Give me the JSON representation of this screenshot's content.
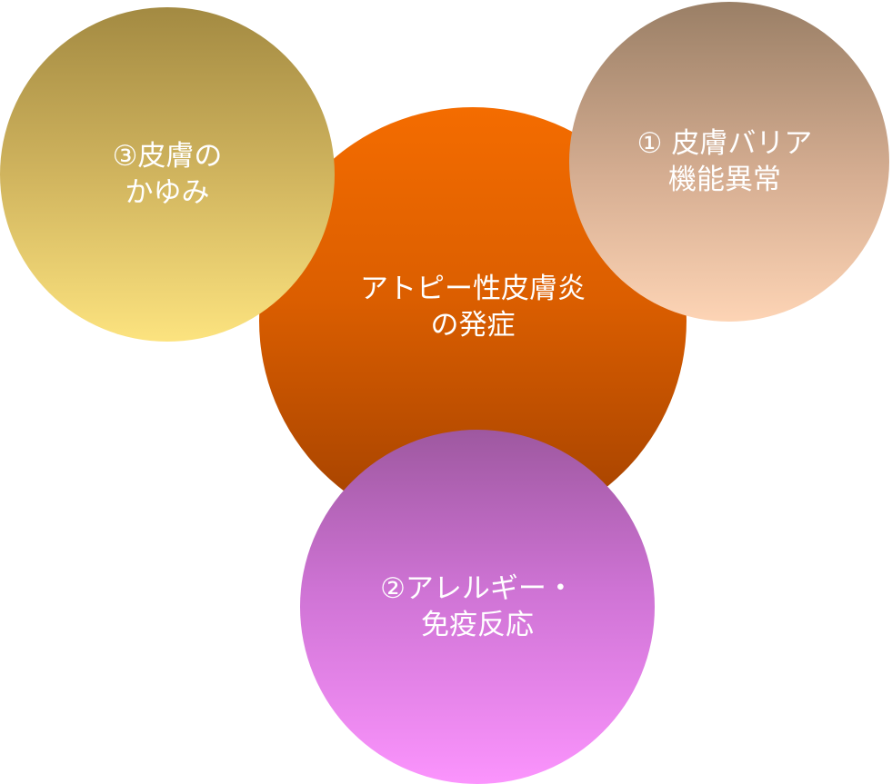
{
  "center": {
    "line1": "アトピー性皮膚炎",
    "line2": "の発症"
  },
  "factor_1": {
    "line1": "① 皮膚バリア",
    "line2": "機能異常"
  },
  "factor_2": {
    "line1": "②アレルギー・",
    "line2": "免疫反応"
  },
  "factor_3": {
    "line1": "③皮膚の",
    "line2": "かゆみ"
  },
  "colors": {
    "center": "#e06200",
    "factor_1": "#d9b094",
    "factor_2": "#d07ad4",
    "factor_3": "#d2b862",
    "text": "#ffffff"
  }
}
